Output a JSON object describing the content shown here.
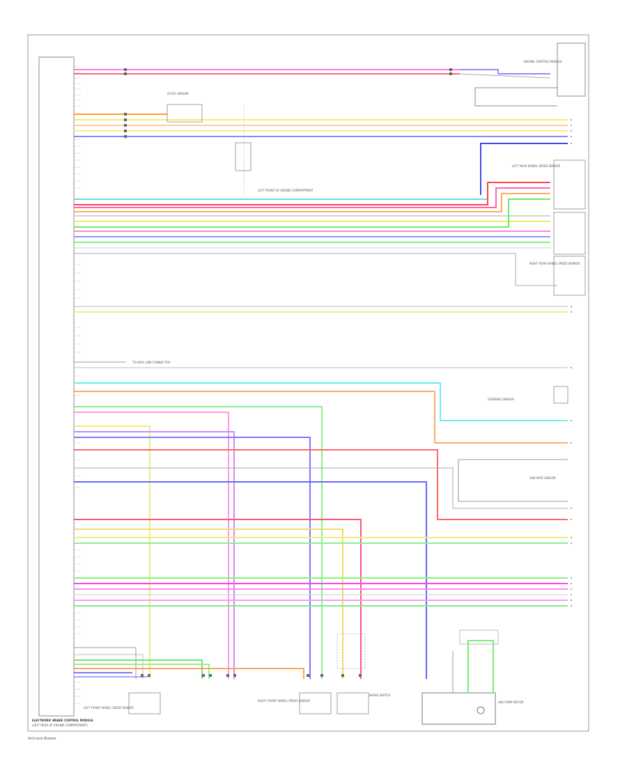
{
  "labels": {
    "main_module": "ELECTRONIC BRAKE CONTROL MODULE",
    "main_module_sub": "(LEFT REAR OF ENGINE COMPARTMENT)",
    "top_right_module": "ENGINE CONTROL MODULE",
    "accel_sensor": "ACCEL SENSOR",
    "lr_wheel_sensor": "LEFT REAR WHEEL SPEED SENSOR",
    "rr_wheel_sensor": "RIGHT REAR WHEEL SPEED SENSOR",
    "steer_sensor": "STEERING SENSOR",
    "yaw_sensor": "YAW RATE SENSOR",
    "lf_wheel_sensor": "LEFT FRONT WHEEL SPEED SENSOR",
    "rf_wheel_sensor": "RIGHT FRONT WHEEL SPEED SENSOR",
    "brake_switch": "BRAKE SWITCH",
    "pump_motor": "ABS PUMP MOTOR",
    "to_data_link": "TO DATA LINK CONNECTOR",
    "ground_point": "LEFT FRONT OF ENGINE COMPARTMENT",
    "footer": "Anti-lock Brakes"
  }
}
